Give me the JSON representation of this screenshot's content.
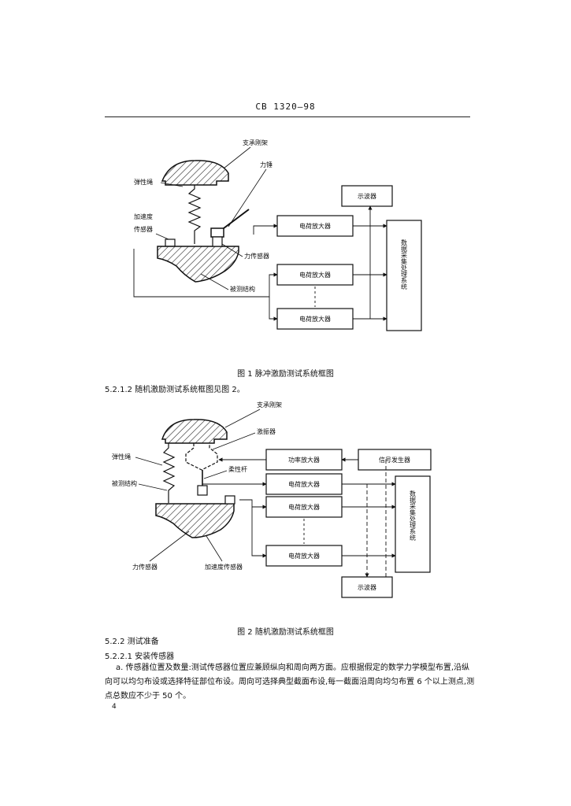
{
  "header": {
    "standard_code": "CB 1320—98"
  },
  "figure1": {
    "labels": {
      "support_frame": "支承刚架",
      "force_hammer": "力锤",
      "elastic_cord": "弹性绳",
      "accel_sensor_line1": "加速度",
      "accel_sensor_line2": "传感器",
      "force_sensor": "力传感器",
      "test_structure": "被测结构",
      "oscilloscope": "示波器",
      "charge_amp_1": "电荷放大器",
      "charge_amp_2": "电荷放大器",
      "charge_amp_3": "电荷放大器",
      "daq_system": "数据采集处理系统"
    },
    "caption": "图 1   脉冲激励测试系统框图"
  },
  "section_5_2_1_2": "5.2.1.2   随机激励测试系统框图见图 2。",
  "figure2": {
    "labels": {
      "support_frame": "支承刚架",
      "exciter": "激振器",
      "flexible_rod": "柔性杆",
      "elastic_cord": "弹性绳",
      "test_structure": "被测结构",
      "force_sensor": "力传感器",
      "accel_sensor": "加速度传感器",
      "power_amp": "功率放大器",
      "signal_generator": "信号发生器",
      "charge_amp_1": "电荷放大器",
      "charge_amp_2": "电荷放大器",
      "charge_amp_3": "电荷放大器",
      "oscilloscope": "示波器",
      "daq_system": "数据采集处理系统"
    },
    "caption": "图 2   随机激励测试系统框图"
  },
  "section_5_2_2": "5.2.2   测试准备",
  "section_5_2_2_1": "5.2.2.1   安装传感器",
  "paragraph_a": "a. 传感器位置及数量:测试传感器位置应兼顾纵向和周向两方面。应根据假定的数学力学模型布置,沿纵向可以均匀布设或选择特征部位布设。周向可选择典型截面布设,每一截面沿周向均匀布置 6 个以上测点,测点总数应不少于 50 个。",
  "page_number": "4"
}
